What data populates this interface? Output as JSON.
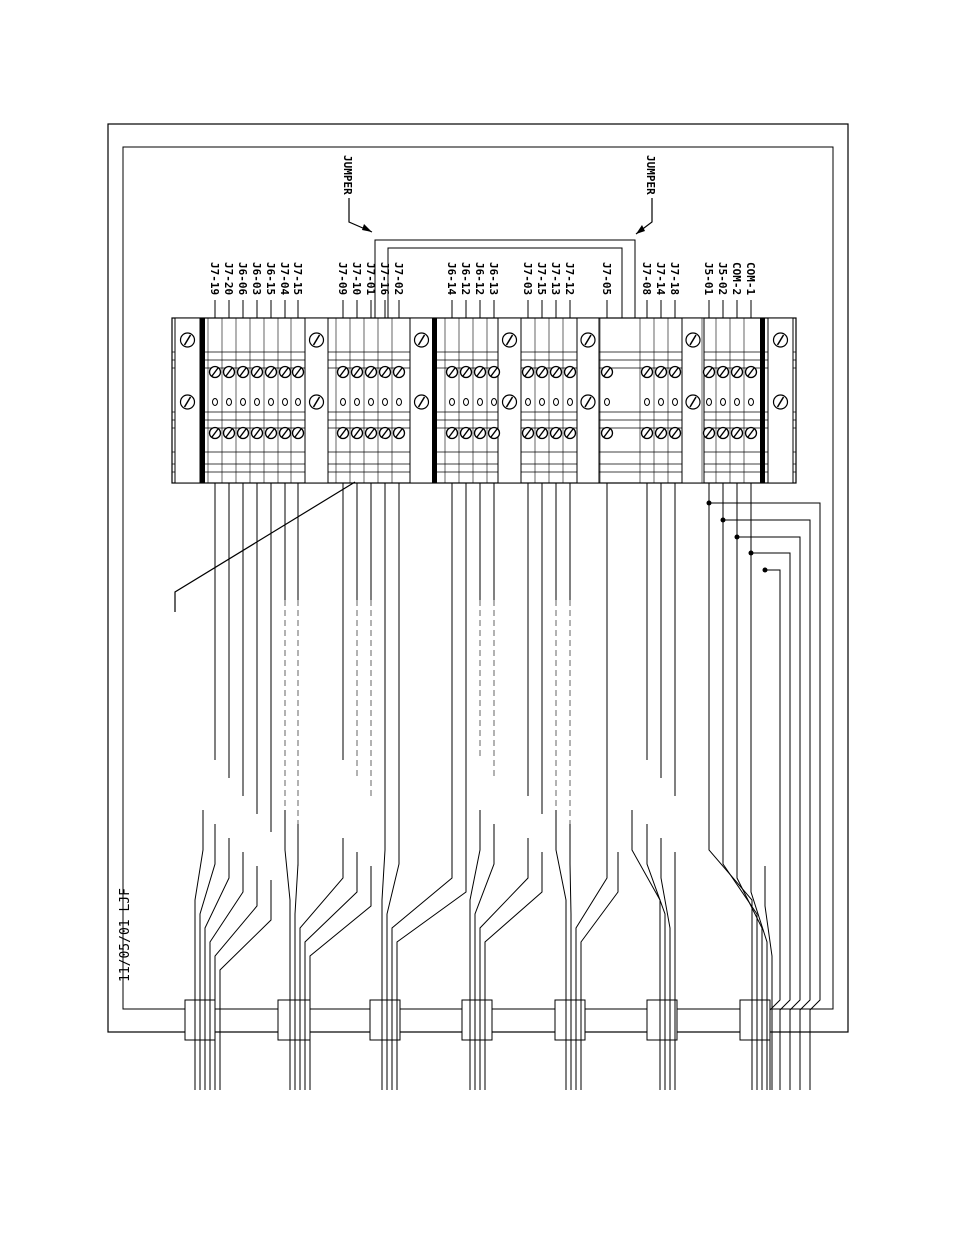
{
  "jumpers": [
    "JUMPER",
    "JUMPER"
  ],
  "date_note": "11/05/01 LJF",
  "terminal_labels": [
    "J7-19",
    "J7-20",
    "J6-06",
    "J6-03",
    "J6-15",
    "J7-04",
    "J7-15",
    "J7-09",
    "J7-10",
    "J7-01",
    "J7-16",
    "J7-02",
    "J6-14",
    "J6-12",
    "J6-12",
    "J6-13",
    "J7-03",
    "J7-15",
    "J7-13",
    "J7-12",
    "J7-05",
    "J7-08",
    "J7-14",
    "J7-18",
    "J5-01",
    "J5-02",
    "COM-2",
    "COM-1"
  ]
}
